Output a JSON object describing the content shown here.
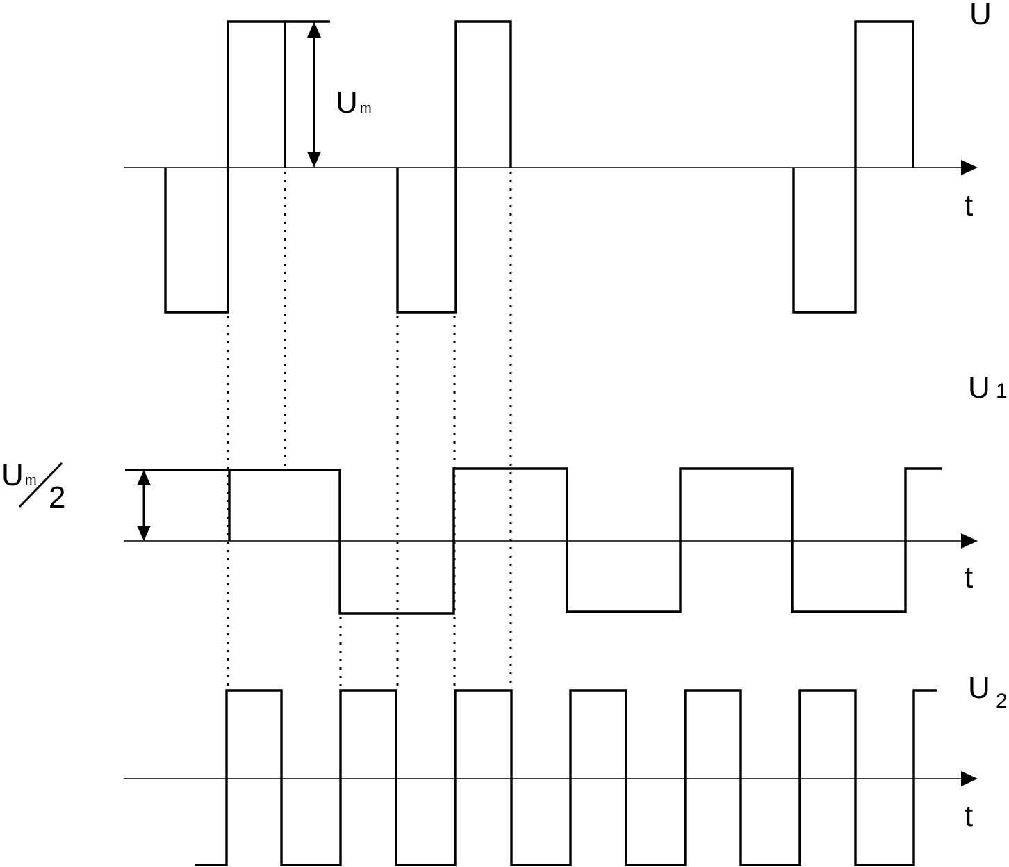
{
  "labels": {
    "u_top": "U",
    "t_axis_1": "t",
    "t_axis_2": "t",
    "t_axis_3": "t",
    "um_main": "U",
    "um_sub": "m",
    "u1_main": "U",
    "u1_sub": "1",
    "u2_main": "U",
    "u2_sub": "2",
    "half_main": "U",
    "half_sub": "m",
    "half_denominator": "2"
  }
}
